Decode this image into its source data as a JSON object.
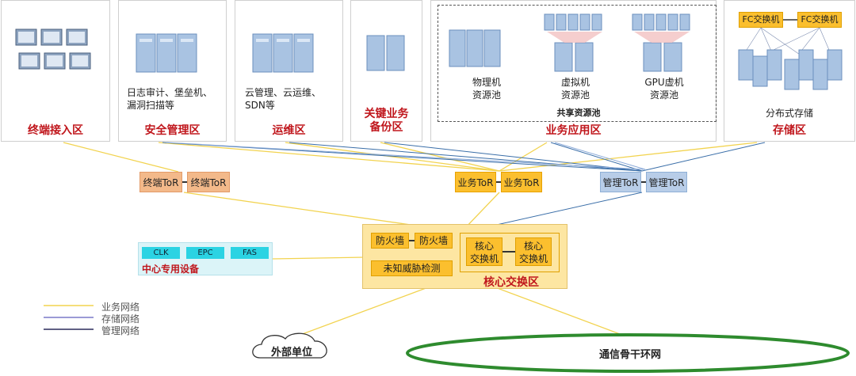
{
  "zones": {
    "terminal": {
      "title": "终端接入区"
    },
    "security": {
      "title": "安全管理区",
      "desc_line1": "日志审计、堡垒机、",
      "desc_line2": "漏洞扫描等"
    },
    "ops": {
      "title": "运维区",
      "desc_line1": "云管理、云运维、",
      "desc_line2": "SDN等"
    },
    "backup": {
      "title_line1": "关键业务",
      "title_line2": "备份区"
    },
    "business": {
      "title": "业务应用区",
      "physical_line1": "物理机",
      "physical_line2": "资源池",
      "vm_line1": "虚拟机",
      "vm_line2": "资源池",
      "gpu_line1": "GPU虚机",
      "gpu_line2": "资源池",
      "shared": "共享资源池"
    },
    "storage": {
      "title": "存储区",
      "fc_left": "FC交换机",
      "fc_right": "FC交换机",
      "desc": "分布式存储"
    }
  },
  "tors": {
    "terminal": {
      "left": "终端ToR",
      "right": "终端ToR"
    },
    "business": {
      "left": "业务ToR",
      "right": "业务ToR"
    },
    "management": {
      "left": "管理ToR",
      "right": "管理ToR"
    }
  },
  "special": {
    "clk": "CLK",
    "epc": "EPC",
    "fas": "FAS",
    "title": "中心专用设备"
  },
  "core": {
    "firewall_left": "防火墙",
    "firewall_right": "防火墙",
    "threat": "未知威胁检测",
    "switch_left_l1": "核心",
    "switch_left_l2": "交换机",
    "switch_right_l1": "核心",
    "switch_right_l2": "交换机",
    "title": "核心交换区"
  },
  "external": {
    "label": "外部单位"
  },
  "backbone": {
    "label": "通信骨干环网"
  },
  "legend": {
    "business": "业务网络",
    "storage": "存储网络",
    "management": "管理网络"
  },
  "colors": {
    "business_line": "#f2d34f",
    "storage_line": "#7a78c8",
    "management_line": "#3a6ea8",
    "title_red": "#c0171d",
    "ring_green": "#2e8b2e"
  }
}
